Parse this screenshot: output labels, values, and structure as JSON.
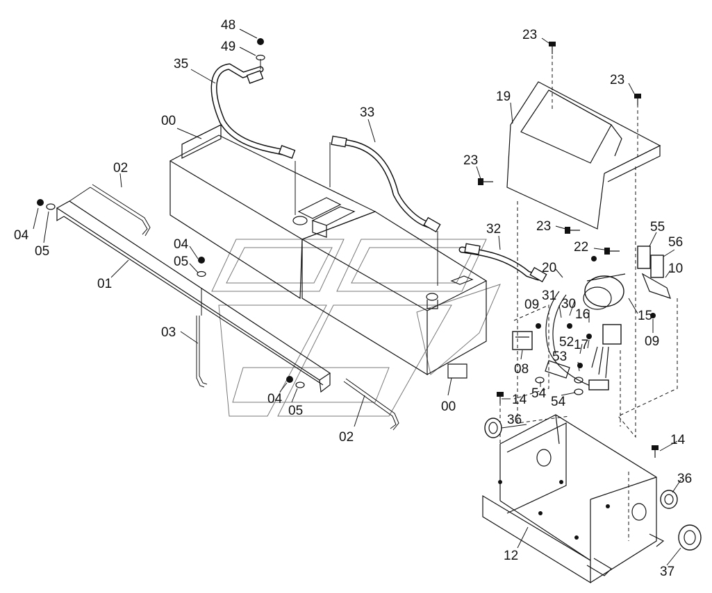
{
  "diagram": {
    "part_labels": [
      "48",
      "49",
      "35",
      "00",
      "33",
      "02",
      "04",
      "05",
      "01",
      "04",
      "05",
      "03",
      "04",
      "05",
      "02",
      "00",
      "23",
      "23",
      "19",
      "23",
      "23",
      "22",
      "32",
      "55",
      "56",
      "10",
      "20",
      "09",
      "31",
      "30",
      "16",
      "15",
      "09",
      "08",
      "52",
      "17",
      "53",
      "54",
      "54",
      "14",
      "36",
      "14",
      "36",
      "12",
      "37"
    ]
  },
  "colors": {
    "line": "#111111",
    "background": "#ffffff",
    "watermark": "#777777"
  }
}
